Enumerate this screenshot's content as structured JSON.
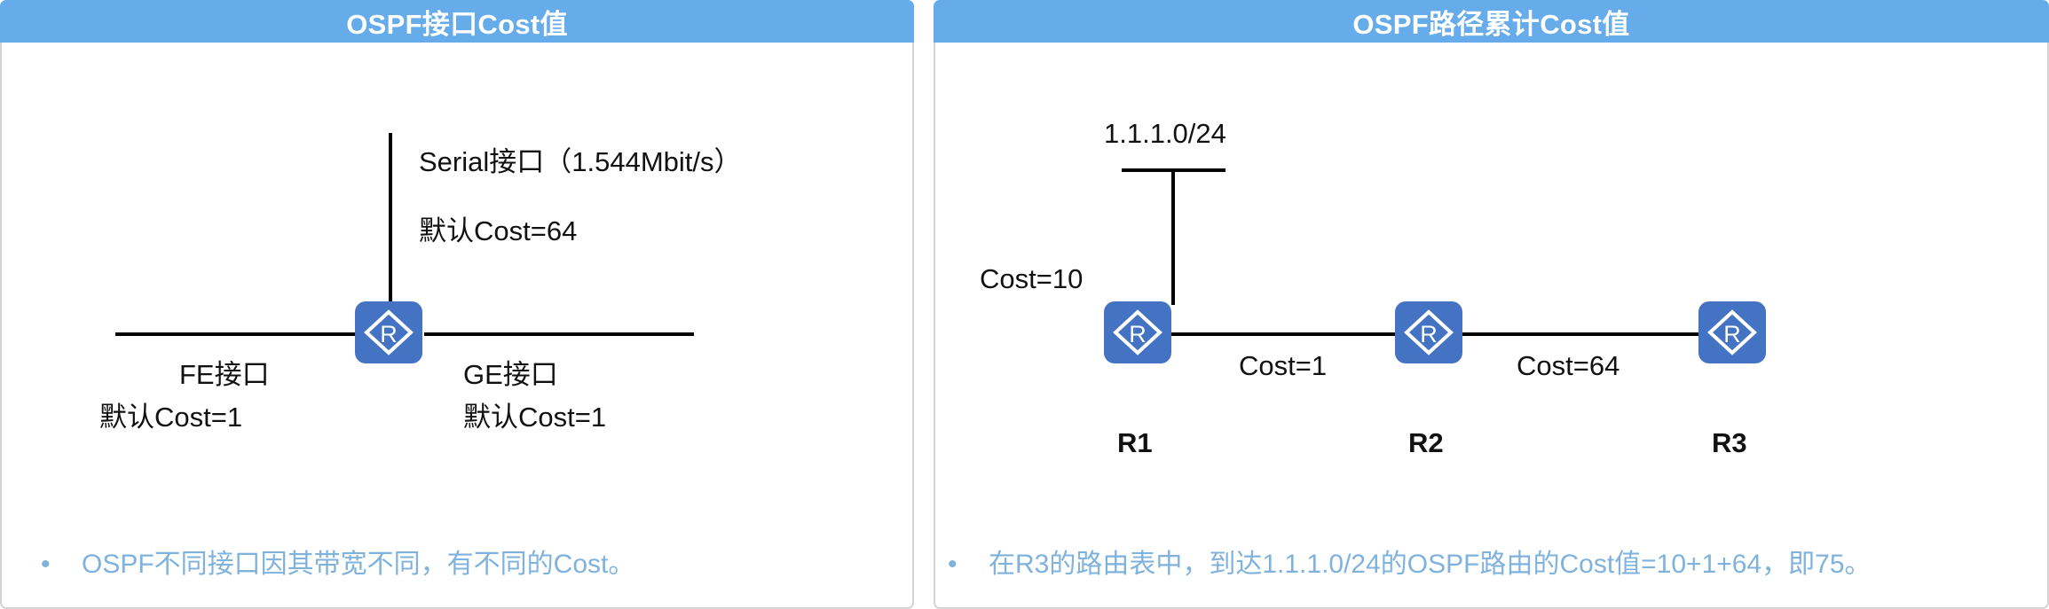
{
  "panels": [
    {
      "title": "OSPF接口Cost值",
      "diagram": {
        "labels": [
          {
            "text": "Serial接口（1.544Mbit/s）"
          },
          {
            "text": "默认Cost=64"
          },
          {
            "text": "FE接口"
          },
          {
            "text": "默认Cost=1"
          },
          {
            "text": "GE接口"
          },
          {
            "text": "默认Cost=1"
          }
        ],
        "routers": [
          {
            "glyph": "R"
          }
        ]
      },
      "note": {
        "bullet": "•",
        "text": "OSPF不同接口因其带宽不同，有不同的Cost。"
      }
    },
    {
      "title": "OSPF路径累计Cost值",
      "diagram": {
        "labels": [
          {
            "text": "1.1.1.0/24"
          },
          {
            "text": "Cost=10"
          },
          {
            "text": "Cost=1"
          },
          {
            "text": "Cost=64"
          },
          {
            "text": "R1"
          },
          {
            "text": "R2"
          },
          {
            "text": "R3"
          }
        ],
        "routers": [
          {
            "glyph": "R"
          },
          {
            "glyph": "R"
          },
          {
            "glyph": "R"
          }
        ]
      },
      "note": {
        "bullet": "•",
        "text": "在R3的路由表中，到达1.1.1.0/24的OSPF路由的Cost值=10+1+64，即75。"
      }
    }
  ],
  "colors": {
    "header_blue": "#67ACEA",
    "router_blue": "#4573C4",
    "note_blue": "#7FB2DC",
    "line_black": "#000000",
    "panel_border": "#d4d4d4"
  }
}
